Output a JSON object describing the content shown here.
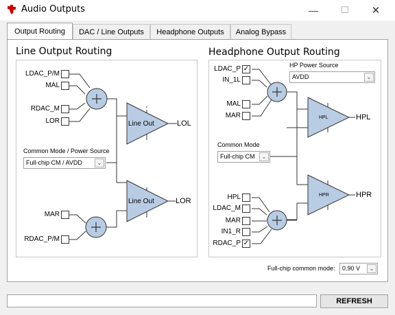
{
  "window": {
    "title": "Audio Outputs",
    "minimize_glyph": "—",
    "maximize_glyph": "☐",
    "close_glyph": "✕",
    "app_icon": "ti-logo-icon"
  },
  "tabs": [
    {
      "label": "Output Routing",
      "active": true
    },
    {
      "label": "DAC / Line Outputs",
      "active": false
    },
    {
      "label": "Headphone Outputs",
      "active": false
    },
    {
      "label": "Analog Bypass",
      "active": false
    }
  ],
  "line_output": {
    "title": "Line Output Routing",
    "upper_inputs": [
      {
        "label": "LDAC_P/M",
        "checked": false
      },
      {
        "label": "MAL",
        "checked": false
      },
      {
        "label": "RDAC_M",
        "checked": false
      },
      {
        "label": "LOR",
        "checked": false
      }
    ],
    "lower_inputs": [
      {
        "label": "MAR",
        "checked": false
      },
      {
        "label": "RDAC_P/M",
        "checked": false
      }
    ],
    "amp_top_label": "Line Out",
    "amp_bottom_label": "Line Out",
    "out_top": "LOL",
    "out_bottom": "LOR",
    "cm_label": "Common Mode / Power Source",
    "cm_value": "Full-chip CM / AVDD"
  },
  "hp_output": {
    "title": "Headphone Output Routing",
    "upper_inputs": [
      {
        "label": "LDAC_P",
        "checked": true
      },
      {
        "label": "IN_1L",
        "checked": false
      },
      {
        "label": "MAL",
        "checked": false
      },
      {
        "label": "MAR",
        "checked": false
      }
    ],
    "lower_inputs": [
      {
        "label": "HPL",
        "checked": false
      },
      {
        "label": "LDAC_M",
        "checked": false
      },
      {
        "label": "MAR",
        "checked": false
      },
      {
        "label": "IN1_R",
        "checked": false
      },
      {
        "label": "RDAC_P",
        "checked": true
      }
    ],
    "power_label": "HP Power Source",
    "power_value": "AVDD",
    "cm_label": "Common Mode",
    "cm_value": "Full-chip CM",
    "amp_top_label": "HPL",
    "amp_bottom_label": "HPR",
    "out_top": "HPL",
    "out_bottom": "HPR"
  },
  "footer": {
    "common_mode_label": "Full-chip common mode:",
    "common_mode_value": "0.90 V",
    "status_text": "",
    "refresh_label": "REFRESH"
  },
  "colors": {
    "amp_fill": "#b8cce4",
    "amp_stroke": "#333333",
    "window_bg": "#f0f0f0",
    "logo_red": "#cc0000"
  }
}
